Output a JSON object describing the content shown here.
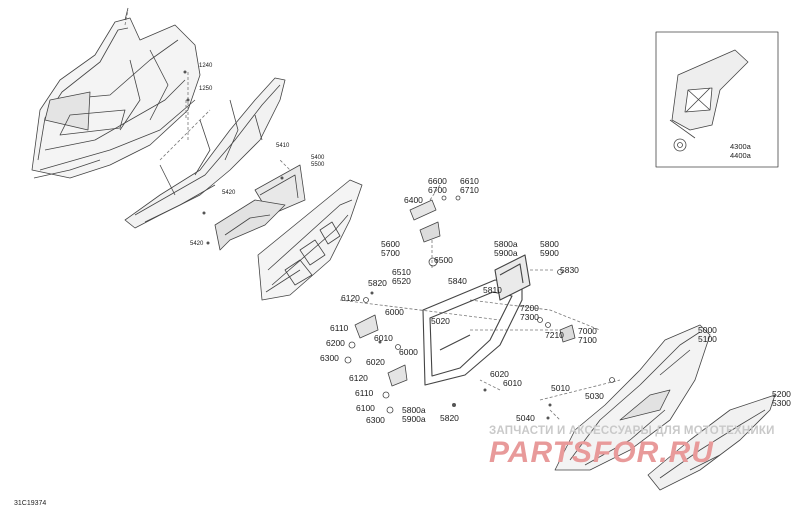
{
  "diagram": {
    "id_code": "31C19374",
    "inset_callout": {
      "line1": "4300a",
      "line2": "4400a"
    },
    "watermark": {
      "tagline": "ЗАПЧАСТИ И АКСЕССУАРЫ ДЛЯ МОТОТЕХНИКИ",
      "brand": "PARTSFOR.RU"
    },
    "part_labels": {
      "p1240": "1240",
      "p1250": "1250",
      "p5410": "5410",
      "p5400": "5400",
      "p5500": "5500",
      "p5420a": "5420",
      "p5420b": "5420",
      "p6600": "6600",
      "p6700": "6700",
      "p6610": "6610",
      "p6710": "6710",
      "p6400": "6400",
      "p5600": "5600",
      "p5700": "5700",
      "p6500": "6500",
      "p6510": "6510",
      "p6520": "6520",
      "p5800a_a": "5800a",
      "p5900a_a": "5900a",
      "p5800": "5800",
      "p5900": "5900",
      "p5830": "5830",
      "p5840": "5840",
      "p5810": "5810",
      "p5820a": "5820",
      "p6120a": "6120",
      "p6000a": "6000",
      "p5020": "5020",
      "p6110a": "6110",
      "p6200": "6200",
      "p6300a": "6300",
      "p6010a": "6010",
      "p6000b": "6000",
      "p6020a": "6020",
      "p7200": "7200",
      "p7300": "7300",
      "p7210": "7210",
      "p7000": "7000",
      "p7100": "7100",
      "p5000": "5000",
      "p5100": "5100",
      "p6120b": "6120",
      "p6110b": "6110",
      "p6100": "6100",
      "p6300b": "6300",
      "p5800a_b": "5800a",
      "p5900a_b": "5900a",
      "p5820b": "5820",
      "p6020b": "6020",
      "p6010b": "6010",
      "p5010": "5010",
      "p5030": "5030",
      "p5040": "5040",
      "p5200": "5200",
      "p5300": "5300"
    }
  }
}
